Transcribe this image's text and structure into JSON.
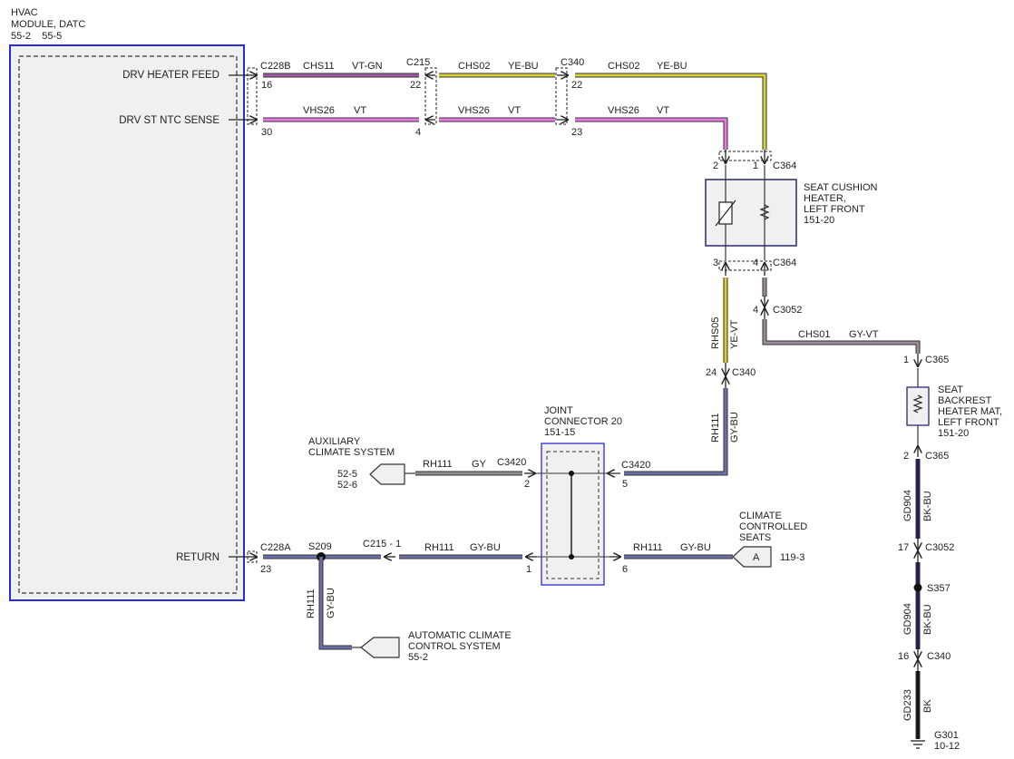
{
  "module": {
    "title_lines": [
      "HVAC",
      "MODULE, DATC",
      "55-2    55-5"
    ],
    "pins": [
      {
        "name": "DRV HEATER FEED",
        "pin": "16",
        "connector": "C228B"
      },
      {
        "name": "DRV ST NTC SENSE",
        "pin": "30"
      },
      {
        "name": "RETURN",
        "pin": "23",
        "connector": "C228A"
      }
    ]
  },
  "wires": {
    "heater_feed": [
      {
        "circuit": "CHS11",
        "color": "VT-GN"
      },
      {
        "circuit": "CHS02",
        "color": "YE-BU"
      },
      {
        "circuit": "CHS02",
        "color": "YE-BU"
      }
    ],
    "ntc_sense": [
      {
        "circuit": "VHS26",
        "color": "VT"
      },
      {
        "circuit": "VHS26",
        "color": "VT"
      },
      {
        "circuit": "VHS26",
        "color": "VT"
      }
    ],
    "rhs05": {
      "circuit": "RHS05",
      "color": "YE-VT"
    },
    "rh111_vertical": {
      "circuit": "RH111",
      "color": "GY-BU"
    },
    "chs01": {
      "circuit": "CHS01",
      "color": "GY-VT"
    },
    "aux": {
      "circuit": "RH111",
      "color": "GY"
    },
    "return_left": {
      "circuit": "RH111",
      "color": "GY-BU"
    },
    "return_right": {
      "circuit": "RH111",
      "color": "GY-BU"
    },
    "s209_down": {
      "circuit": "RH111",
      "color": "GY-BU"
    },
    "gd904_a": {
      "circuit": "GD904",
      "color": "BK-BU"
    },
    "gd904_b": {
      "circuit": "GD904",
      "color": "BK-BU"
    },
    "gd233": {
      "circuit": "GD233",
      "color": "BK"
    }
  },
  "connectors": {
    "c215": "C215",
    "c215_pin_top": "22",
    "c215_pin_mid": "4",
    "c340": "C340",
    "c340_pin_top": "22",
    "c340_pin_mid": "23",
    "c364_top": "C364",
    "c364_pin2": "2",
    "c364_pin1": "1",
    "c364_bot": "C364",
    "c364_pin3": "3",
    "c364_pin4": "4",
    "c3052_top": "C3052",
    "c3052_pin": "4",
    "c340_b": "C340",
    "c340_b_pin": "24",
    "c365_top": "C365",
    "c365_pin1": "1",
    "c365_bot": "C365",
    "c365_pin2": "2",
    "c3052_b": "C3052",
    "c3052_b_pin": "17",
    "c340_c": "C340",
    "c340_c_pin": "16",
    "c3420_left": "C3420",
    "c3420_pin2": "2",
    "c3420_right": "C3420",
    "c3420_pin5": "5",
    "c215_1": "C215 - 1",
    "pin1": "1",
    "pin6": "6",
    "s209": "S209",
    "s357": "S357"
  },
  "components": {
    "seat_cushion": {
      "lines": [
        "SEAT CUSHION",
        "HEATER,",
        "LEFT FRONT",
        "151-20"
      ]
    },
    "seat_backrest": {
      "lines": [
        "SEAT",
        "BACKREST",
        "HEATER MAT,",
        "LEFT FRONT",
        "151-20"
      ]
    },
    "joint_connector": {
      "lines": [
        "JOINT",
        "CONNECTOR 20",
        "151-15"
      ]
    },
    "aux_climate": {
      "lines": [
        "AUXILIARY",
        "CLIMATE SYSTEM"
      ],
      "ref_lines": [
        "52-5",
        "52-6"
      ]
    },
    "climate_seats": {
      "lines": [
        "CLIMATE",
        "CONTROLLED",
        "SEATS"
      ],
      "flag": "A",
      "ref": "119-3"
    },
    "auto_climate": {
      "lines": [
        "AUTOMATIC CLIMATE",
        "CONTROL SYSTEM",
        "55-2"
      ]
    },
    "ground": {
      "lines": [
        "G301",
        "10-12"
      ]
    }
  },
  "colors": {
    "violet": "#e97be6",
    "violet_green": "#a05aa0",
    "yellow": "#d8d23a",
    "gray_blue": "#6d6fa8",
    "gray_violet": "#9a8c9a",
    "gray": "#8d8d8d",
    "black_blue": "#1e1e5a",
    "black": "#111111",
    "module_border": "#2b2bd6"
  }
}
